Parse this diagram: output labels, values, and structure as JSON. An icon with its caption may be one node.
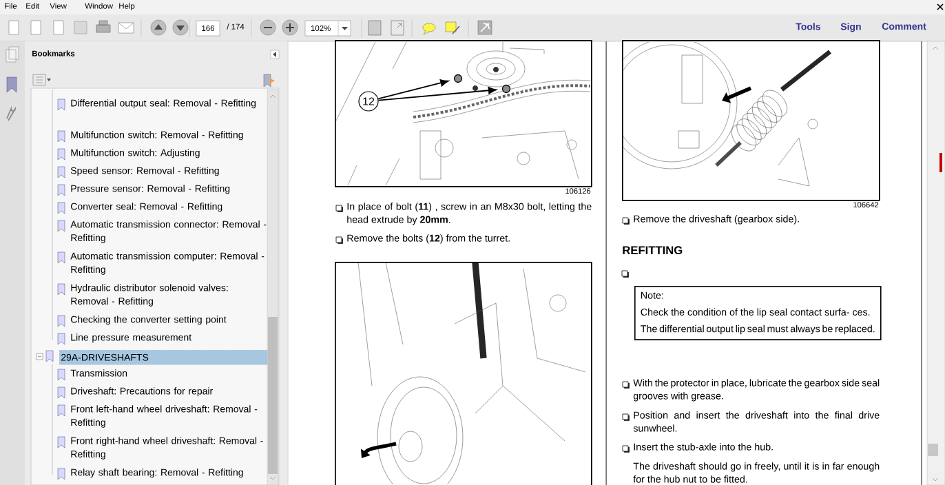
{
  "diagram": {
    "nodes": [
      {
        "text": [],
        "shape": "picture",
        "beside": [
          "106126"
        ]
      },
      {
        "text": [
          "12"
        ],
        "in": 0
      },
      {
        "text": [],
        "shape": "circle",
        "in": 0
      },
      {
        "text": [],
        "shape": "circle",
        "in": 0
      },
      {
        "text": [],
        "shape": "picture",
        "beside": [
          "106642"
        ]
      },
      {
        "text": [],
        "shape": "picture"
      },
      {
        "text": [
          "Note:",
          "Check the condition of the lip seal contact surfa- ces.",
          "The differential output lip seal must always be replaced."
        ]
      }
    ],
    "edges": [
      {
        "from": 1,
        "to": 2,
        "arrow": "to"
      },
      {
        "from": 1,
        "to": 3,
        "arrow": "to"
      }
    ],
    "labels": [
      "File",
      "Edit",
      "View",
      "Window",
      "Help",
      "166",
      "/ 174",
      "102%",
      "Tools",
      "Sign",
      "Comment",
      "Bookmarks",
      "Differential output seal: Removal - Refitting",
      "Multifunction switch: Removal - Refitting",
      "Multifunction switch: Adjusting",
      "Speed sensor: Removal - Refitting",
      "Pressure sensor: Removal - Refitting",
      "Converter seal: Removal - Refitting",
      "Automatic transmission connector: Removal - Refitting",
      "Automatic transmission computer: Removal - Refitting",
      "Hydraulic distributor solenoid valves: Removal - Refitting",
      "Checking the converter setting point",
      "Line pressure measurement",
      "29A-DRIVESHAFTS",
      "Transmission",
      "Driveshaft: Precautions for repair",
      "Front left-hand wheel driveshaft: Removal - Refitting",
      "Front right-hand wheel driveshaft: Removal - Refitting",
      "Relay shaft bearing: Removal - Refitting",
      "In place of bolt (**11**) , screw in an M8x30 bolt, letting the head extrude by **20mm**.",
      "Remove the bolts (**12**) from the turret.",
      "Remove the driveshaft (gearbox side).",
      "REFITTING",
      "With the protector in place, lubricate the gearbox side seal grooves with grease.",
      "Position and insert the driveshaft into the final drive sunwheel.",
      "Insert the stub-axle into the hub.",
      "The driveshaft should go in freely, until it is in far enough for the hub nut to be fitted."
    ]
  }
}
